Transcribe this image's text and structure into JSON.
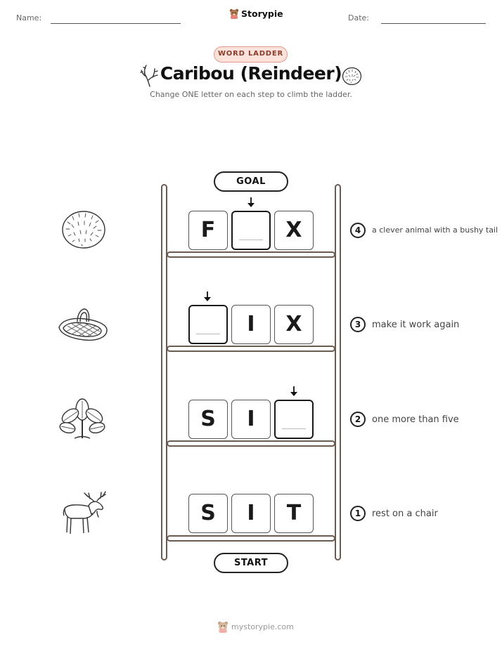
{
  "header": {
    "name_label": "Name:",
    "date_label": "Date:",
    "brand": "Storypie"
  },
  "worksheet": {
    "badge": "WORD LADDER",
    "title": "Caribou (Reindeer)",
    "subtitle": "Change ONE letter on each step to climb the ladder."
  },
  "ladder": {
    "goal_label": "GOAL",
    "start_label": "START",
    "rows": [
      {
        "step": "4",
        "letters": [
          "F",
          "",
          "X"
        ],
        "blank_index": 1,
        "clue": "a clever animal with a bushy tail",
        "picture": "fur-ball-icon"
      },
      {
        "step": "3",
        "letters": [
          "",
          "I",
          "X"
        ],
        "blank_index": 0,
        "clue": "make it work again",
        "picture": "snowshoe-icon"
      },
      {
        "step": "2",
        "letters": [
          "S",
          "I",
          ""
        ],
        "blank_index": 2,
        "clue": "one more than five",
        "picture": "plant-icon"
      },
      {
        "step": "1",
        "letters": [
          "S",
          "I",
          "T"
        ],
        "blank_index": null,
        "clue": "rest on a chair",
        "picture": "moose-icon"
      }
    ]
  },
  "footer": {
    "url": "mystorypie.com"
  },
  "colors": {
    "badge_bg": "#fbe3dc",
    "badge_border": "#e09a8c",
    "badge_text": "#8a3b2a",
    "ladder": "#6b5a50"
  }
}
